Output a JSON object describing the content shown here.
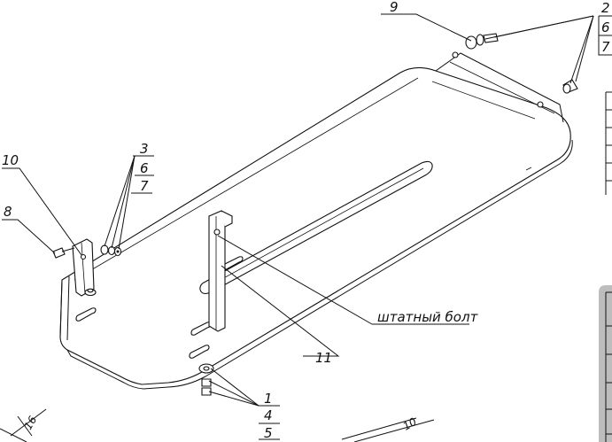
{
  "drawing": {
    "callouts": {
      "c9": "9",
      "c2": "2",
      "c6a": "6",
      "c7a": "7",
      "c3": "3",
      "c6b": "6",
      "c7b": "7",
      "c10": "10",
      "c8": "8",
      "c11": "11",
      "c1": "1",
      "c4": "4",
      "c5": "5",
      "bolt_note": "штатный болт"
    },
    "dimensions": {
      "d16": "16",
      "d10": "10"
    }
  }
}
